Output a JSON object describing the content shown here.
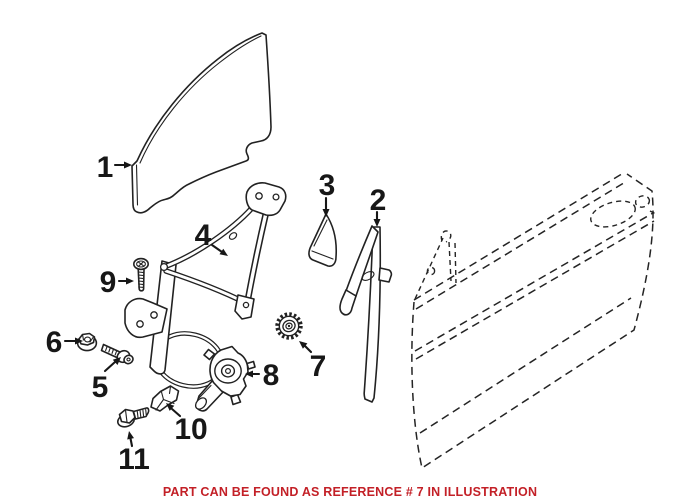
{
  "illustration": {
    "callouts": [
      {
        "number": "1",
        "part": "door-window-glass"
      },
      {
        "number": "2",
        "part": "window-guide-rail"
      },
      {
        "number": "3",
        "part": "corner-trim-cover"
      },
      {
        "number": "4",
        "part": "window-regulator"
      },
      {
        "number": "5",
        "part": "bolt"
      },
      {
        "number": "6",
        "part": "nut"
      },
      {
        "number": "7",
        "part": "drive-gear"
      },
      {
        "number": "8",
        "part": "window-motor"
      },
      {
        "number": "9",
        "part": "screw"
      },
      {
        "number": "10",
        "part": "clip"
      },
      {
        "number": "11",
        "part": "screw"
      }
    ],
    "footnote": {
      "text": "PART CAN BE FOUND AS REFERENCE # 7 IN ILLUSTRATION",
      "color": "#c32027"
    },
    "colors": {
      "line": "#222222",
      "background": "#ffffff"
    }
  }
}
